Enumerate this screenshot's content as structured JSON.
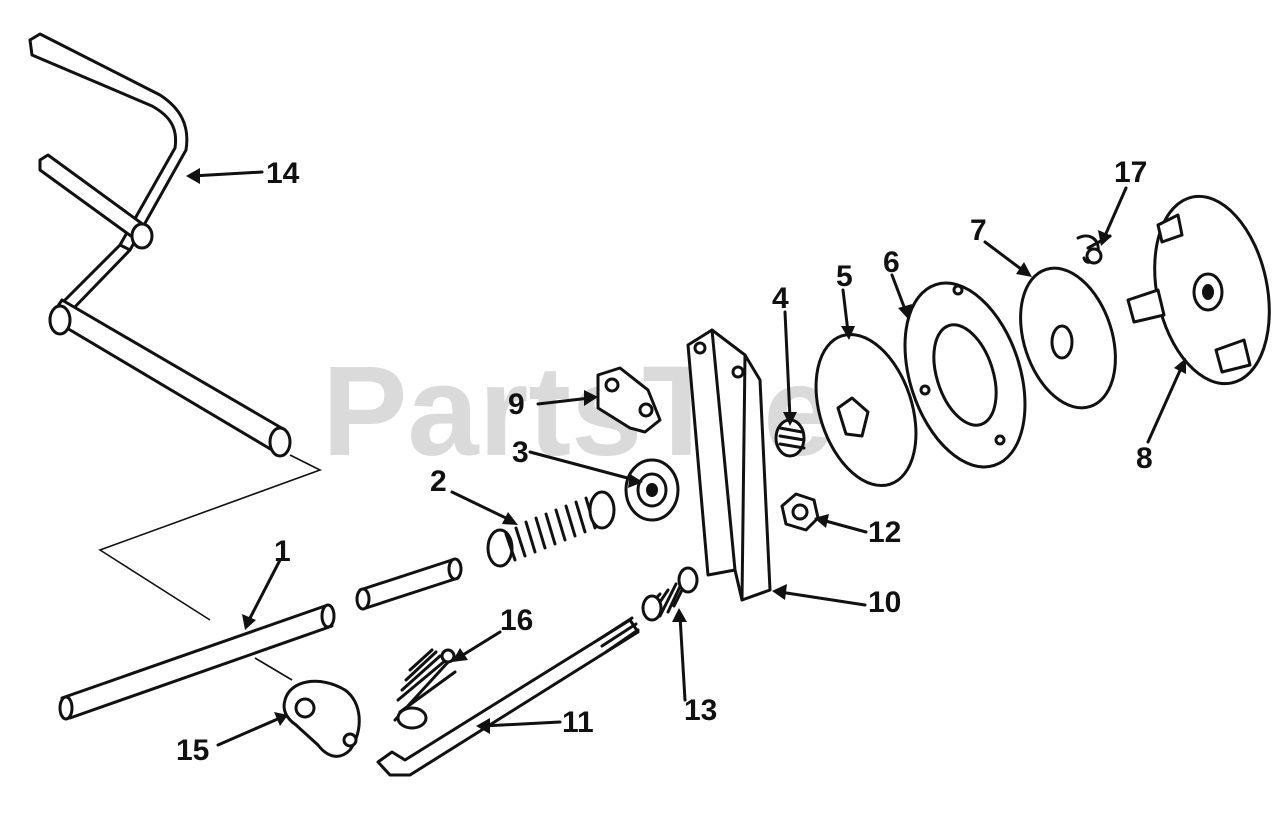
{
  "watermark": "PartsTree",
  "callouts": {
    "c1": "1",
    "c2": "2",
    "c3": "3",
    "c4": "4",
    "c5": "5",
    "c6": "6",
    "c7": "7",
    "c8": "8",
    "c9": "9",
    "c10": "10",
    "c11": "11",
    "c12": "12",
    "c13": "13",
    "c14": "14",
    "c15": "15",
    "c16": "16",
    "c17": "17"
  }
}
